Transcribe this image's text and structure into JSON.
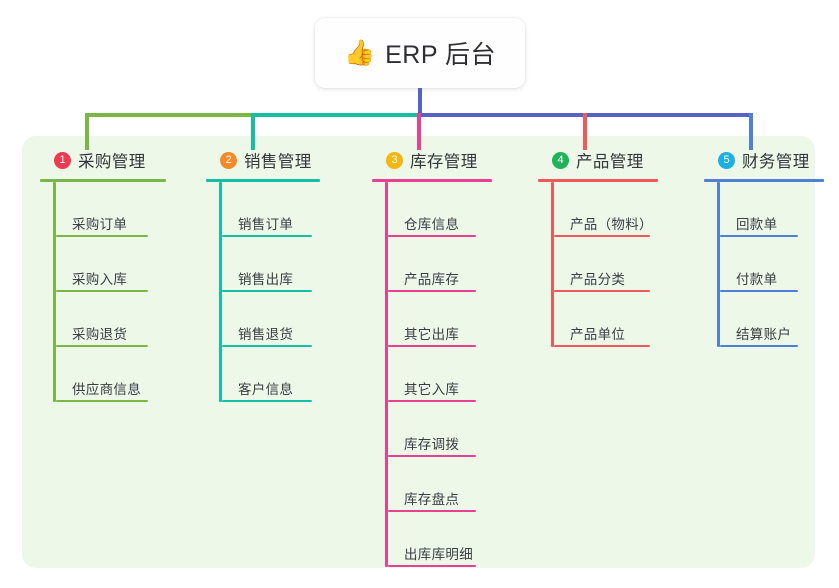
{
  "root": {
    "icon": "thumbs-up-icon",
    "emoji": "👍",
    "title": "ERP 后台"
  },
  "panel": {
    "background": "#eef8e9"
  },
  "connector": {
    "stem_color": "#5762c9",
    "bus_segments": [
      "#7ab648",
      "#15bfa6",
      "#5762c9"
    ]
  },
  "branches": [
    {
      "number": "1",
      "title": "采购管理",
      "badge_color": "#ef3b52",
      "line_color": "#7ab648",
      "items": [
        "采购订单",
        "采购入库",
        "采购退货",
        "供应商信息"
      ]
    },
    {
      "number": "2",
      "title": "销售管理",
      "badge_color": "#f58a29",
      "line_color": "#15bfa6",
      "items": [
        "销售订单",
        "销售出库",
        "销售退货",
        "客户信息"
      ]
    },
    {
      "number": "3",
      "title": "库存管理",
      "badge_color": "#f5b513",
      "line_color": "#e8418f",
      "items": [
        "仓库信息",
        "产品库存",
        "其它出库",
        "其它入库",
        "库存调拨",
        "库存盘点",
        "出库库明细"
      ]
    },
    {
      "number": "4",
      "title": "产品管理",
      "badge_color": "#21b35a",
      "line_color": "#f0595b",
      "items": [
        "产品（物料）",
        "产品分类",
        "产品单位"
      ]
    },
    {
      "number": "5",
      "title": "财务管理",
      "badge_color": "#1eaee0",
      "line_color": "#4f7fd6",
      "items": [
        "回款单",
        "付款单",
        "结算账户"
      ]
    }
  ]
}
